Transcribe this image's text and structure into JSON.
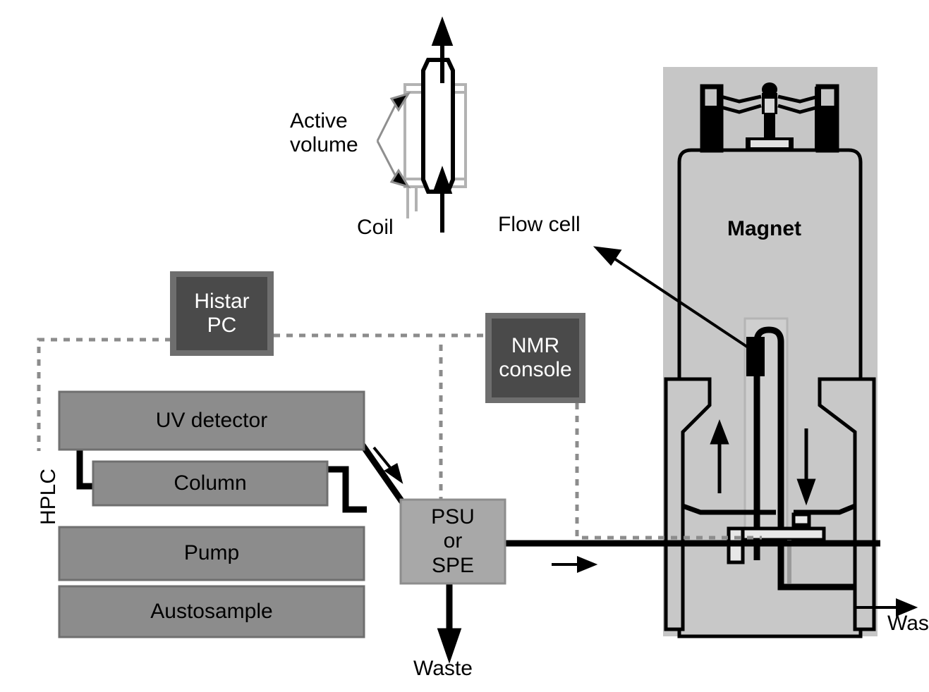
{
  "diagram": {
    "title": "LC-NMR hyphenated system schematic",
    "labels": {
      "active_volume": "Active\nvolume",
      "coil": "Coil",
      "flow_cell": "Flow cell",
      "magnet": "Magnet",
      "hplc": "HPLC",
      "waste_bottom": "Waste",
      "waste_right": "Wast"
    },
    "instrument_boxes": [
      {
        "id": "histar-pc",
        "label": "Histar\nPC",
        "fill": "#4a4a4a",
        "border": "#6e6e6e",
        "text": "#ffffff"
      },
      {
        "id": "nmr-console",
        "label": "NMR\nconsole",
        "fill": "#4a4a4a",
        "border": "#6e6e6e",
        "text": "#ffffff"
      }
    ],
    "hplc_modules": [
      {
        "id": "uv-detector",
        "label": "UV detector",
        "fill": "#8c8c8c",
        "text": "#000000"
      },
      {
        "id": "column",
        "label": "Column",
        "fill": "#8c8c8c",
        "text": "#000000"
      },
      {
        "id": "pump",
        "label": "Pump",
        "fill": "#8c8c8c",
        "text": "#000000"
      },
      {
        "id": "autosampler",
        "label": "Austosample",
        "fill": "#8c8c8c",
        "text": "#000000"
      }
    ],
    "psu_module": {
      "id": "psu-or-spe",
      "label": "PSU\nor\nSPE",
      "fill": "#a8a8a8",
      "text": "#000000"
    },
    "colors": {
      "magnet_body": "#c8c8c8",
      "magnet_backdrop": "#c4c4c4",
      "line_black": "#000000",
      "signal_dashed": "#8c8c8c",
      "coil_gray": "#aaaaaa"
    },
    "icons": {
      "flow_up_bore": "arrow-up-icon",
      "flow_down_bore": "arrow-down-icon",
      "flow_to_psu": "arrow-down-right-icon",
      "flow_to_magnet": "arrow-right-icon",
      "waste_down": "arrow-down-icon",
      "waste_right": "arrow-right-icon",
      "flowcell_pointer": "arrow-callout-icon",
      "active_volume_pointer": "bracket-callout-icon",
      "cell_inlet": "arrow-up-icon",
      "cell_outlet": "arrow-up-icon"
    }
  }
}
